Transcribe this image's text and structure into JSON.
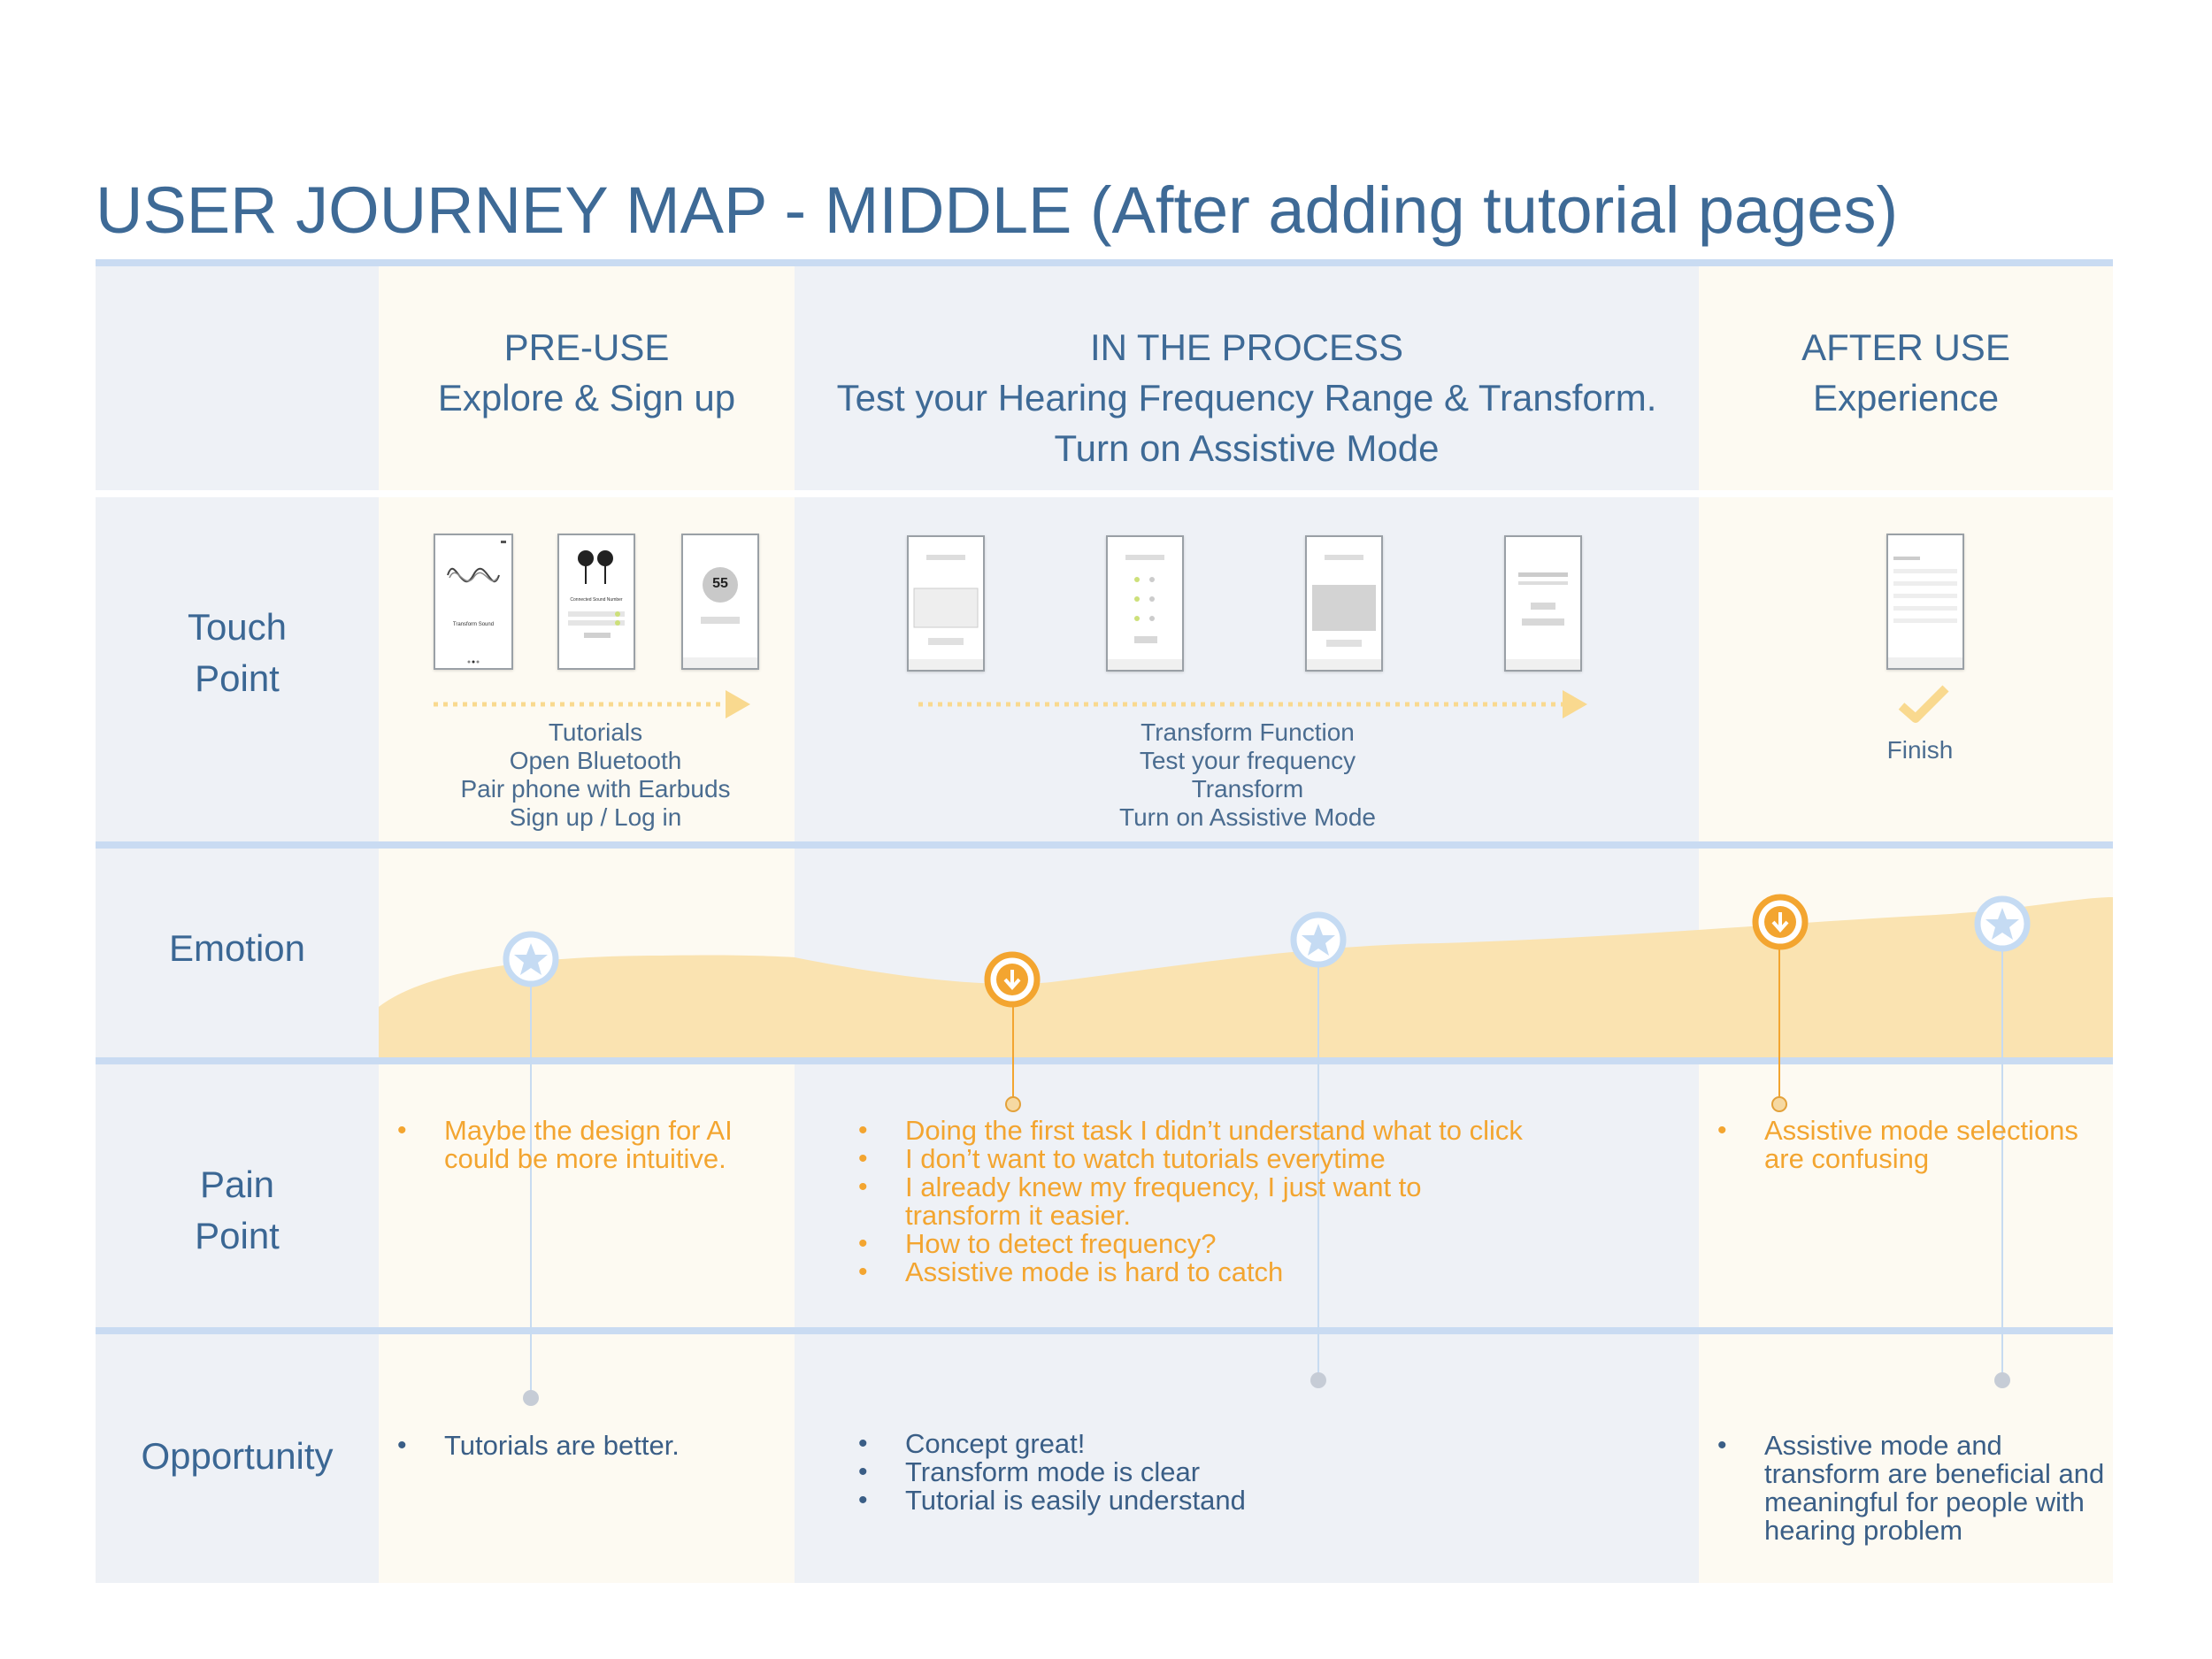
{
  "title": "USER JOURNEY MAP - MIDDLE (After adding tutorial pages)",
  "row_labels": {
    "touch_point": [
      "Touch",
      "Point"
    ],
    "emotion": "Emotion",
    "pain_point": [
      "Pain",
      "Point"
    ],
    "opportunity": "Opportunity"
  },
  "phases": [
    {
      "name": "PRE-USE",
      "lines": [
        "Explore & Sign up"
      ]
    },
    {
      "name": "IN THE PROCESS",
      "lines": [
        "Test your Hearing Frequency Range & Transform.",
        "Turn on Assistive Mode"
      ]
    },
    {
      "name": "AFTER USE",
      "lines": [
        "Experience"
      ]
    }
  ],
  "touch_steps": {
    "pre_use": [
      "Tutorials",
      "Open Bluetooth",
      "Pair phone with Earbuds",
      "Sign up / Log in"
    ],
    "process": [
      "Transform Function",
      "Test your frequency",
      "Transform",
      "Turn on Assistive Mode"
    ],
    "after": [
      "Finish"
    ]
  },
  "screen_text": {
    "tutorial_caption": "Transform Sound",
    "pair_caption": "Connected Sound Number",
    "volume_value": "55"
  },
  "pain_points": {
    "pre_use": [
      "Maybe the design for AI could be more intuitive."
    ],
    "process": [
      "Doing the first task I didn’t understand what to click",
      "I don’t want to watch tutorials everytime",
      "I already knew my frequency, I just want to transform it easier.",
      "How to detect frequency?",
      "Assistive mode is hard to catch"
    ],
    "after": [
      "Assistive mode selections are confusing"
    ]
  },
  "opportunities": {
    "pre_use": [
      "Tutorials are better."
    ],
    "process": [
      "Concept great!",
      "Transform mode is clear",
      "Tutorial is easily understand"
    ],
    "after": [
      "Assistive mode and transform are beneficial and meaningful for people with hearing problem"
    ]
  },
  "emotion_markers": [
    {
      "type": "positive",
      "icon": "star-icon"
    },
    {
      "type": "negative",
      "icon": "down-arrow-icon"
    },
    {
      "type": "positive",
      "icon": "star-icon"
    },
    {
      "type": "negative",
      "icon": "down-arrow-icon"
    },
    {
      "type": "positive",
      "icon": "star-icon"
    }
  ],
  "colors": {
    "title": "#3e6a96",
    "accent_orange": "#f3a530",
    "emotion_fill": "#fae3b1",
    "band_blue": "#eef1f6",
    "band_cream": "#fdfaf2",
    "rule": "#c9dbf2",
    "star_ring": "#c5dbf3"
  }
}
